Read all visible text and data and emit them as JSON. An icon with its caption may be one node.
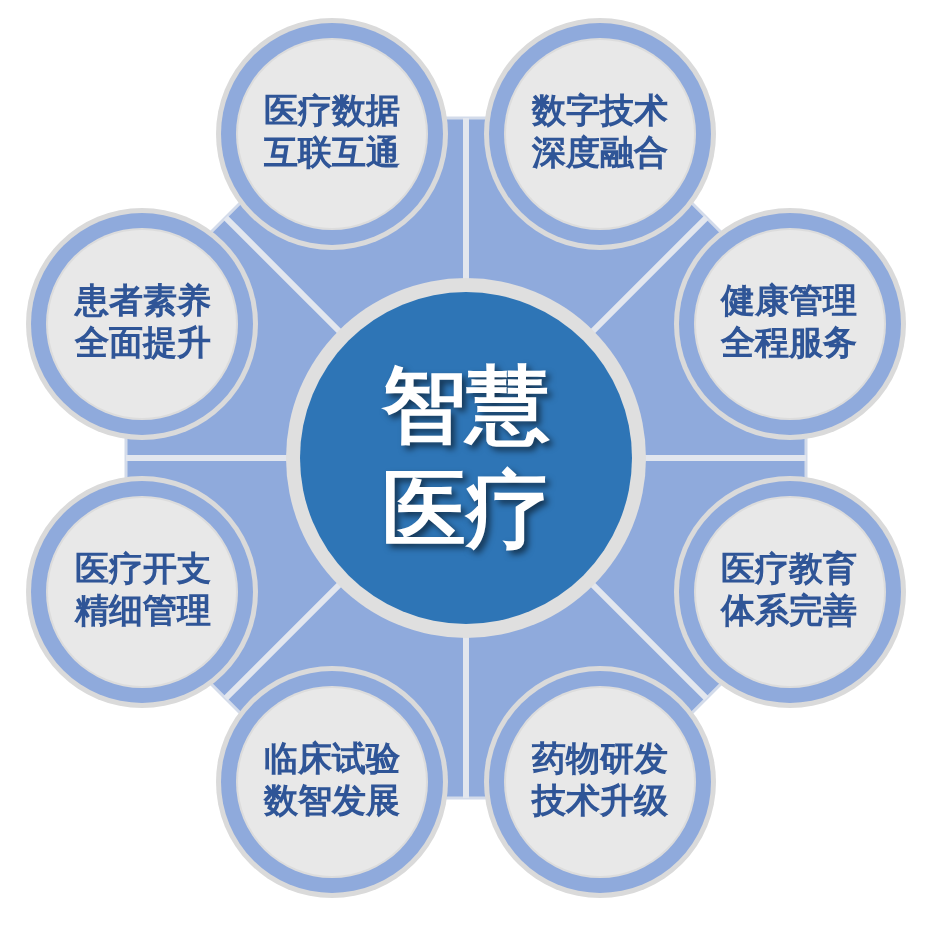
{
  "diagram": {
    "nodes": [
      {
        "text": [
          "智慧医疗"
        ]
      },
      {
        "text": [
          "医疗数据互联互通"
        ]
      },
      {
        "text": [
          "数字技术深度融合"
        ]
      },
      {
        "text": [
          "健康管理全程服务"
        ]
      },
      {
        "text": [
          "医疗教育体系完善"
        ]
      },
      {
        "text": [
          "药物研发技术升级"
        ]
      },
      {
        "text": [
          "临床试验数智发展"
        ]
      },
      {
        "text": [
          "医疗开支精细管理"
        ]
      },
      {
        "text": [
          "患者素养全面提升"
        ]
      }
    ]
  }
}
